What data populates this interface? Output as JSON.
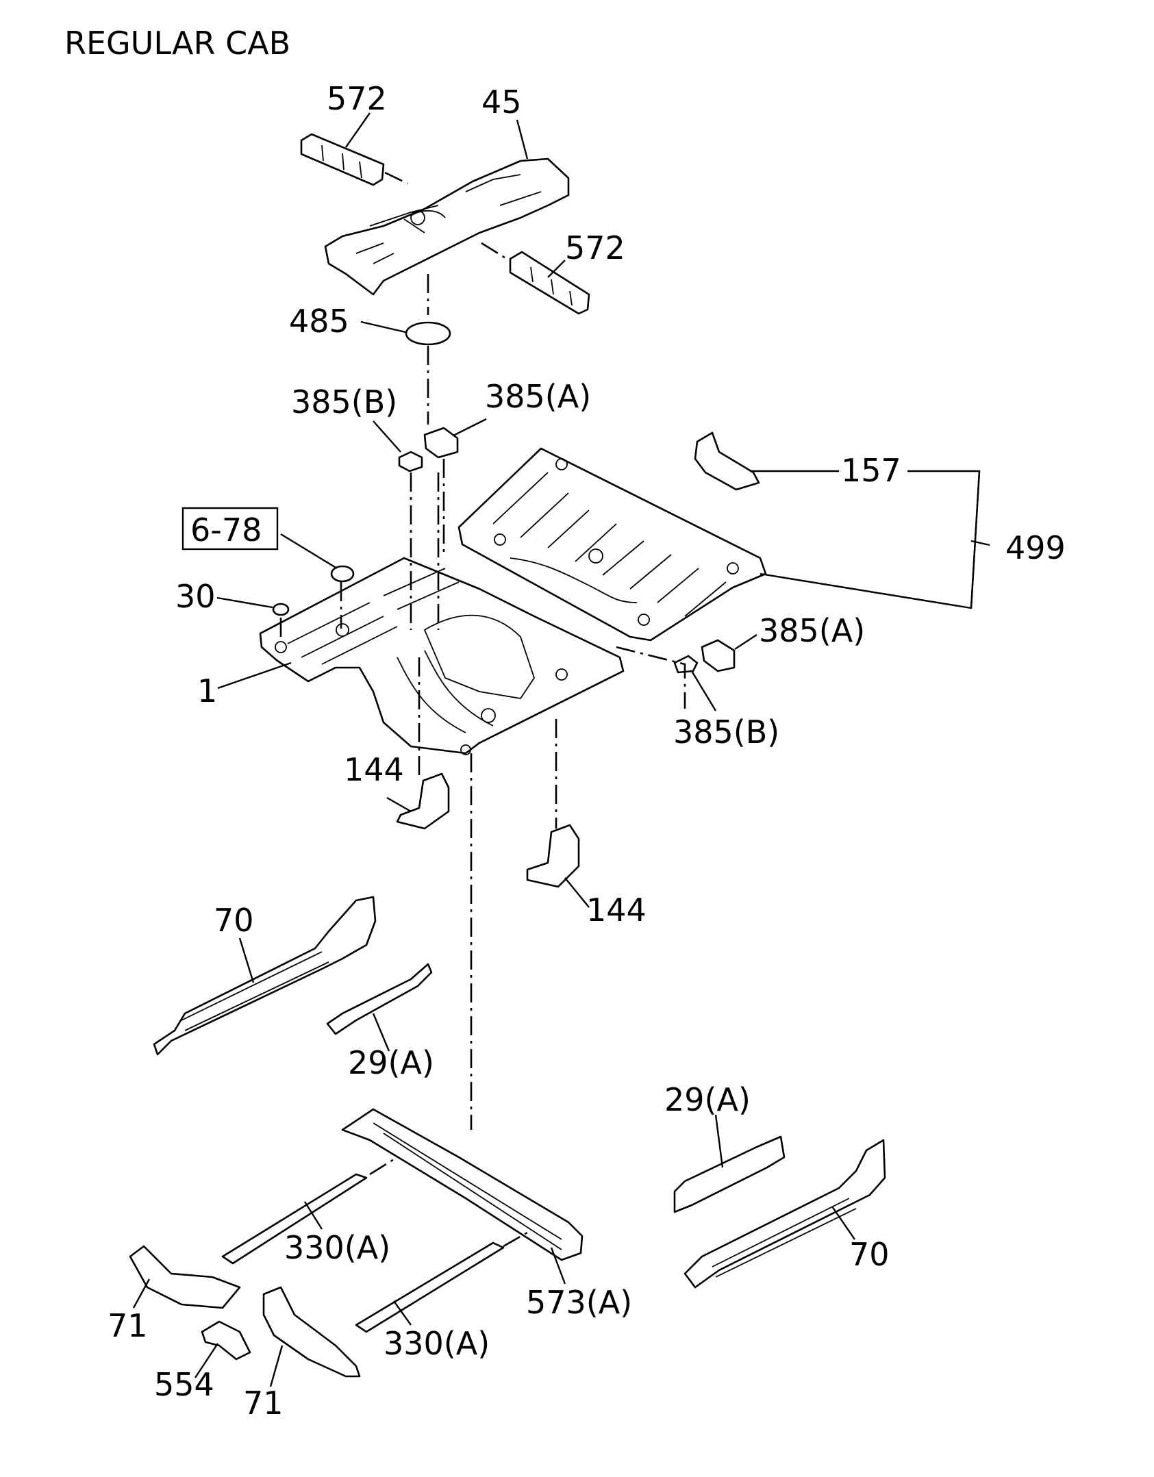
{
  "title": "REGULAR CAB",
  "labels": {
    "p572_top": "572",
    "p45": "45",
    "p572_right": "572",
    "p485": "485",
    "p385b_top": "385(B)",
    "p385a_top": "385(A)",
    "p157": "157",
    "p499": "499",
    "p678": "6-78",
    "p30": "30",
    "p1": "1",
    "p385a_right": "385(A)",
    "p385b_right": "385(B)",
    "p144_left": "144",
    "p144_right": "144",
    "p70_left": "70",
    "p29a_left": "29(A)",
    "p29a_right": "29(A)",
    "p70_right": "70",
    "p330a_upper": "330(A)",
    "p573a": "573(A)",
    "p71_left": "71",
    "p554": "554",
    "p330a_lower": "330(A)",
    "p71_bottom": "71"
  }
}
